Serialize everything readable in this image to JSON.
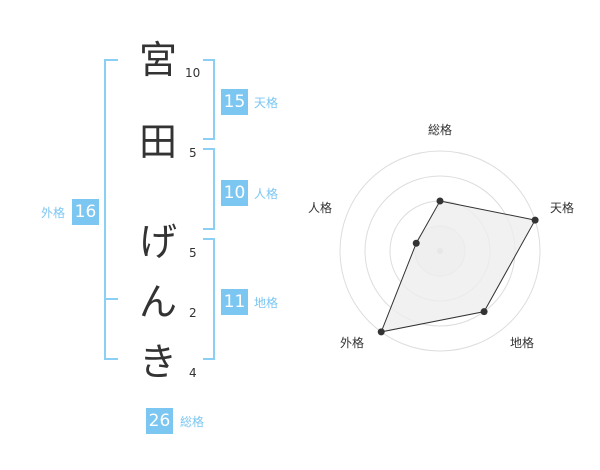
{
  "name_chars": [
    {
      "char": "宮",
      "strokes": "10"
    },
    {
      "char": "田",
      "strokes": "5"
    },
    {
      "char": "げ",
      "strokes": "5"
    },
    {
      "char": "ん",
      "strokes": "2"
    },
    {
      "char": "き",
      "strokes": "4"
    }
  ],
  "fortunes": {
    "tenkaku": {
      "value": "15",
      "label": "天格"
    },
    "jinkaku": {
      "value": "10",
      "label": "人格"
    },
    "chikaku": {
      "value": "11",
      "label": "地格"
    },
    "gaikaku": {
      "value": "16",
      "label": "外格"
    },
    "soukaku": {
      "value": "26",
      "label": "総格"
    }
  },
  "radar": {
    "labels": {
      "soukaku": "総格",
      "tenkaku": "天格",
      "chikaku": "地格",
      "gaikaku": "外格",
      "jinkaku": "人格"
    },
    "colors": {
      "fill": "#eeeeee",
      "line": "#333333",
      "grid": "#dddddd",
      "accent": "#7cc6f2"
    }
  },
  "chart_data": {
    "type": "radar",
    "categories": [
      "総格",
      "天格",
      "地格",
      "外格",
      "人格"
    ],
    "values": [
      2,
      4,
      3,
      4,
      1
    ],
    "max": 4
  }
}
